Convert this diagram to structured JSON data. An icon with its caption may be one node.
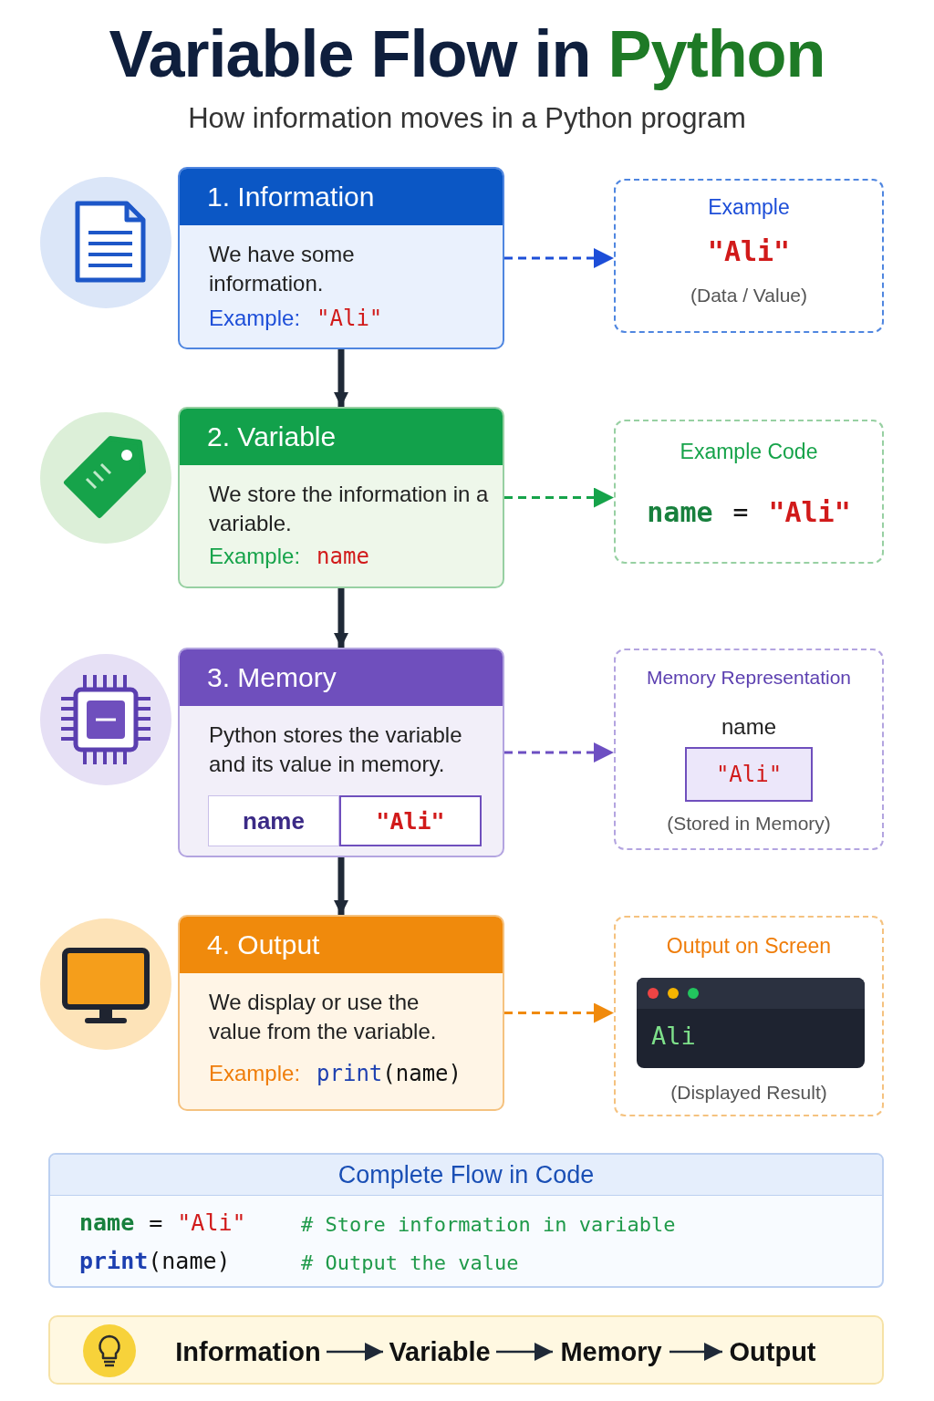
{
  "diagram": {
    "title": "Variable Flow in Python",
    "nodes": [
      {
        "text": [
          "1. Information",
          "We have some information.",
          "Example:",
          "\"Ali\""
        ]
      },
      {
        "text": [
          "Example",
          "\"Ali\"",
          "(Data / Value)"
        ]
      },
      {
        "text": [
          "2. Variable",
          "We store the information in a variable.",
          "Example:",
          "name"
        ]
      },
      {
        "text": [
          "Example Code",
          "name",
          "=",
          "\"Ali\""
        ]
      },
      {
        "text": [
          "3. Memory",
          "Python stores the variable and its value in memory.",
          "name",
          "\"Ali\""
        ]
      },
      {
        "text": [
          "Memory Representation",
          "name",
          "\"Ali\"",
          "(Stored in Memory)"
        ]
      },
      {
        "text": [
          "4. Output",
          "We display or use the value from the variable.",
          "Example:",
          "print",
          "(name)"
        ]
      },
      {
        "text": [
          "Output on Screen",
          "Ali",
          "(Displayed Result)"
        ]
      },
      {
        "text": [
          "Complete Flow in Code",
          "name",
          "=",
          "\"Ali\"",
          "# Store information in variable",
          "print",
          "(name)",
          "# Output the value"
        ]
      },
      {
        "text": [
          "Information"
        ]
      },
      {
        "text": [
          "Variable"
        ]
      },
      {
        "text": [
          "Memory"
        ]
      },
      {
        "text": [
          "Output"
        ]
      }
    ],
    "edges": [
      {
        "from": 0,
        "to": 2,
        "arrow": "to",
        "style": "thick"
      },
      {
        "from": 2,
        "to": 4,
        "arrow": "to",
        "style": "thick"
      },
      {
        "from": 4,
        "to": 6,
        "arrow": "to",
        "style": "thick"
      },
      {
        "from": 0,
        "to": 1,
        "arrow": "to",
        "style": "dashed",
        "color": "#1d4ed8"
      },
      {
        "from": 2,
        "to": 3,
        "arrow": "to",
        "style": "dashed",
        "color": "#16a34a"
      },
      {
        "from": 4,
        "to": 5,
        "arrow": "to",
        "style": "dashed",
        "color": "#6d4fc2"
      },
      {
        "from": 6,
        "to": 7,
        "arrow": "to",
        "style": "dashed",
        "color": "#f08a0c"
      },
      {
        "from": 9,
        "to": 10,
        "arrow": "to"
      },
      {
        "from": 10,
        "to": 11,
        "arrow": "to"
      },
      {
        "from": 11,
        "to": 12,
        "arrow": "to"
      }
    ],
    "labels": [
      "How information moves in a Python program"
    ]
  }
}
